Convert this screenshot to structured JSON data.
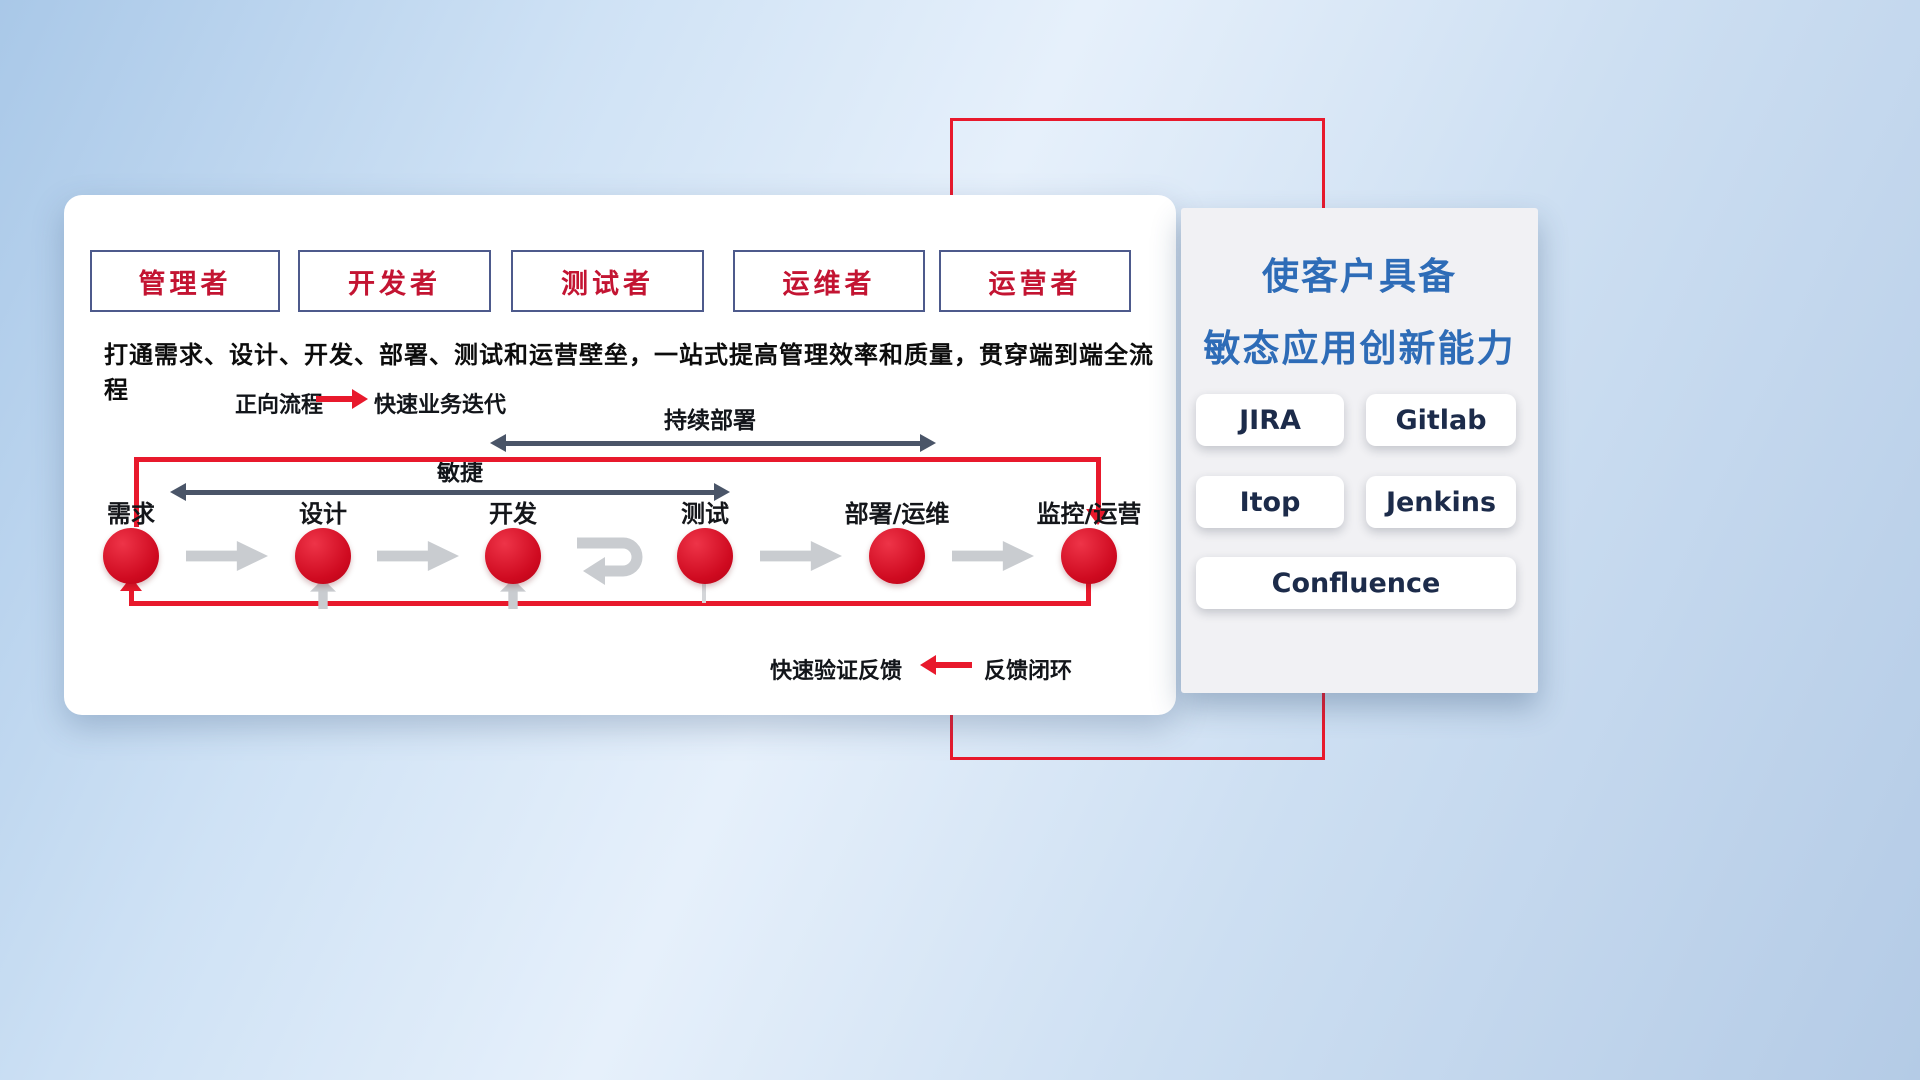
{
  "roles": [
    {
      "label": "管理者"
    },
    {
      "label": "开发者"
    },
    {
      "label": "测试者"
    },
    {
      "label": "运维者"
    },
    {
      "label": "运营者"
    }
  ],
  "subtitle": "打通需求、设计、开发、部署、测试和运营壁垒，一站式提高管理效率和质量，贯穿端到端全流程",
  "legend": {
    "forward_label": "正向流程",
    "forward_desc": "快速业务迭代",
    "feedback_desc": "快速验证反馈",
    "feedback_label": "反馈闭环"
  },
  "flow": {
    "continuous_deploy_label": "持续部署",
    "agile_label": "敏捷",
    "steps": [
      {
        "label": "需求"
      },
      {
        "label": "设计"
      },
      {
        "label": "开发"
      },
      {
        "label": "测试"
      },
      {
        "label": "部署/运维"
      },
      {
        "label": "监控/运营"
      }
    ]
  },
  "right_panel": {
    "title_line1": "使客户具备",
    "title_line2": "敏态应用创新能力",
    "tools": [
      "JIRA",
      "Gitlab",
      "Itop",
      "Jenkins",
      "Confluence"
    ]
  },
  "colors": {
    "accent_red": "#e8192c",
    "circle_red": "#cf0a20",
    "title_blue": "#2e6cb7",
    "arrow_dark": "#4a5568",
    "arrow_gray": "#c9ccd0",
    "role_border_blue": "#4d5a8c",
    "role_text_red": "#c31432"
  }
}
